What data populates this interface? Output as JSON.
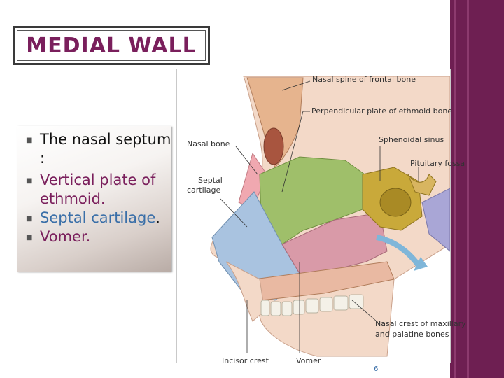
{
  "slide": {
    "title": "MEDIAL WALL",
    "page_number": "6"
  },
  "bullets": [
    {
      "text": "The nasal septum :"
    },
    {
      "text": "Vertical plate of ethmoid."
    },
    {
      "text_main": "Septal cartilage",
      "text_end": "."
    },
    {
      "text": "Vomer."
    }
  ],
  "figure": {
    "labels": {
      "nasal_spine": "Nasal spine of frontal bone",
      "perp_plate": "Perpendicular plate of ethmoid bone",
      "nasal_bone": "Nasal bone",
      "sphenoidal_sinus": "Sphenoidal sinus",
      "pituitary_fossa": "Pituitary fossa",
      "septal_cartilage_1": "Septal",
      "septal_cartilage_2": "cartilage",
      "nasal_crest_1": "Nasal crest of maxillary",
      "nasal_crest_2": "and palatine bones",
      "incisor_crest": "Incisor crest",
      "vomer": "Vomer"
    }
  },
  "colors": {
    "title": "#7a1f5c",
    "bullet_text": "#7a1f5c",
    "highlight": "#3a6fa8",
    "band": "#6e1f52"
  }
}
